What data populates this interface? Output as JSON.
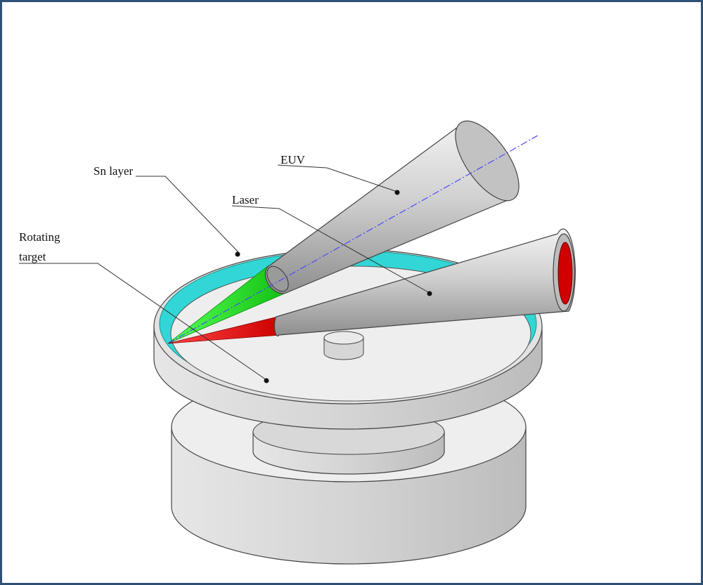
{
  "labels": {
    "sn_layer": "Sn layer",
    "euv": "EUV",
    "laser": "Laser",
    "rotating_target_line1": "Rotating",
    "rotating_target_line2": "target"
  },
  "colors": {
    "frame": "#2f4f74",
    "sn_layer": "#33d6d6",
    "euv_beam": "#22dd22",
    "laser_beam": "#ee1111",
    "metal": "#c8c8c8",
    "axis_line": "#4a4aff"
  }
}
